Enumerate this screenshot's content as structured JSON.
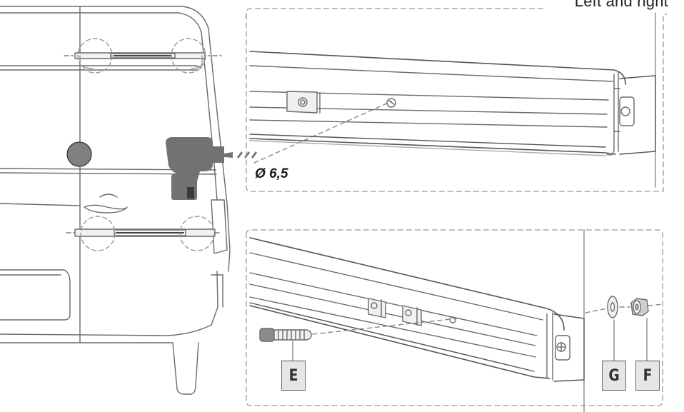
{
  "header": {
    "side_text": "Left and right"
  },
  "labels": {
    "drill_diameter": "Ø 6,5"
  },
  "parts": {
    "screw": "E",
    "washer": "G",
    "nut": "F"
  },
  "colors": {
    "line": "#595959",
    "dash": "#9a9a9a",
    "marker": "#808080",
    "drill": "#727272",
    "tag_fill": "#e6e6e6",
    "rail_fill": "#f4f4f4"
  },
  "icons": [
    "van-rear-outline",
    "drill-icon",
    "screw-icon",
    "washer-icon",
    "nut-icon",
    "bracket-icon"
  ]
}
